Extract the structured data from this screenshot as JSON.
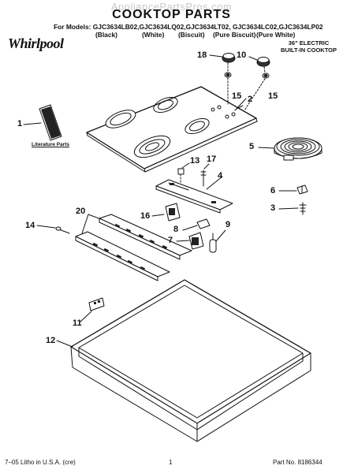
{
  "watermark": "AppliancePartsPros.com",
  "title": "COOKTOP PARTS",
  "models_line": "For Models: GJC3634LB02,GJC3634LQ02,GJC3634LT02, GJC3634LC02,GJC3634LP02",
  "colors": [
    "(Black)",
    "(White)",
    "(Biscuit)",
    "(Pure Biscuit)",
    "(Pure White)"
  ],
  "brand": "Whirlpool",
  "product_label": [
    "36\" ELECTRIC",
    "BUILT-IN COOKTOP"
  ],
  "literature_label": "Literature Parts",
  "callouts": {
    "c1": "1",
    "c2": "2",
    "c3": "3",
    "c4": "4",
    "c5": "5",
    "c6": "6",
    "c7": "7",
    "c8": "8",
    "c9": "9",
    "c10": "10",
    "c11": "11",
    "c12": "12",
    "c13": "13",
    "c14": "14",
    "c15a": "15",
    "c15b": "15",
    "c16": "16",
    "c17": "17",
    "c18": "18",
    "c20": "20"
  },
  "footer": {
    "left": "7–05 Litho in U.S.A. (cre)",
    "page": "1",
    "part_no": "Part No. 8186344"
  }
}
